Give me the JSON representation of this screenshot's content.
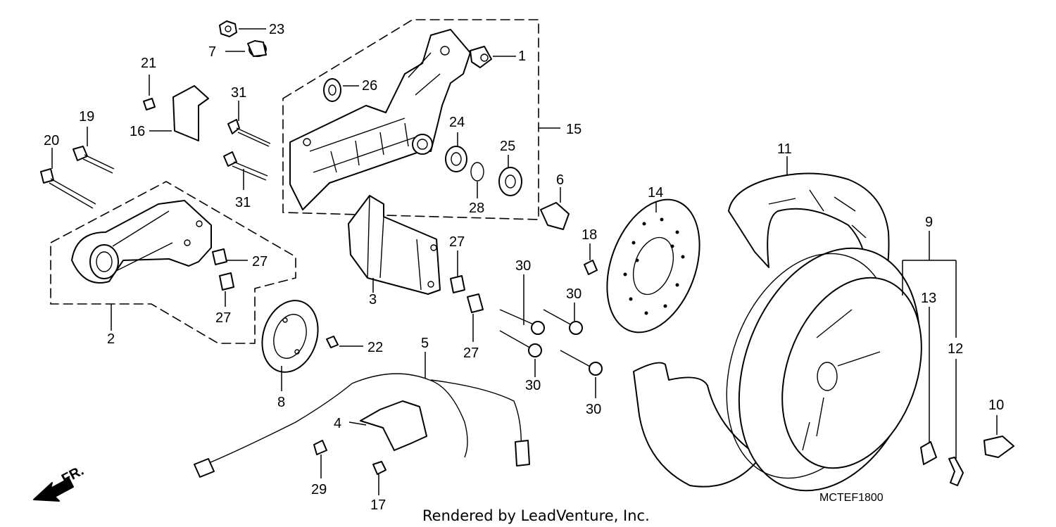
{
  "diagram": {
    "code": "MCTEF1800",
    "credit": "Rendered by LeadVenture, Inc.",
    "direction_label": "FR.",
    "direction_icon": "front-direction-arrow-icon",
    "callouts": {
      "c1": "1",
      "c2": "2",
      "c3": "3",
      "c4": "4",
      "c5": "5",
      "c6": "6",
      "c7": "7",
      "c8": "8",
      "c9": "9",
      "c10": "10",
      "c11": "11",
      "c12": "12",
      "c13": "13",
      "c14": "14",
      "c15": "15",
      "c16": "16",
      "c17": "17",
      "c18": "18",
      "c19": "19",
      "c20": "20",
      "c21": "21",
      "c22": "22",
      "c23": "23",
      "c24": "24",
      "c25": "25",
      "c26": "26",
      "c27a": "27",
      "c27b": "27",
      "c27c": "27",
      "c27d": "27",
      "c28": "28",
      "c29": "29",
      "c30a": "30",
      "c30b": "30",
      "c30c": "30",
      "c30d": "30",
      "c31a": "31",
      "c31b": "31"
    }
  }
}
